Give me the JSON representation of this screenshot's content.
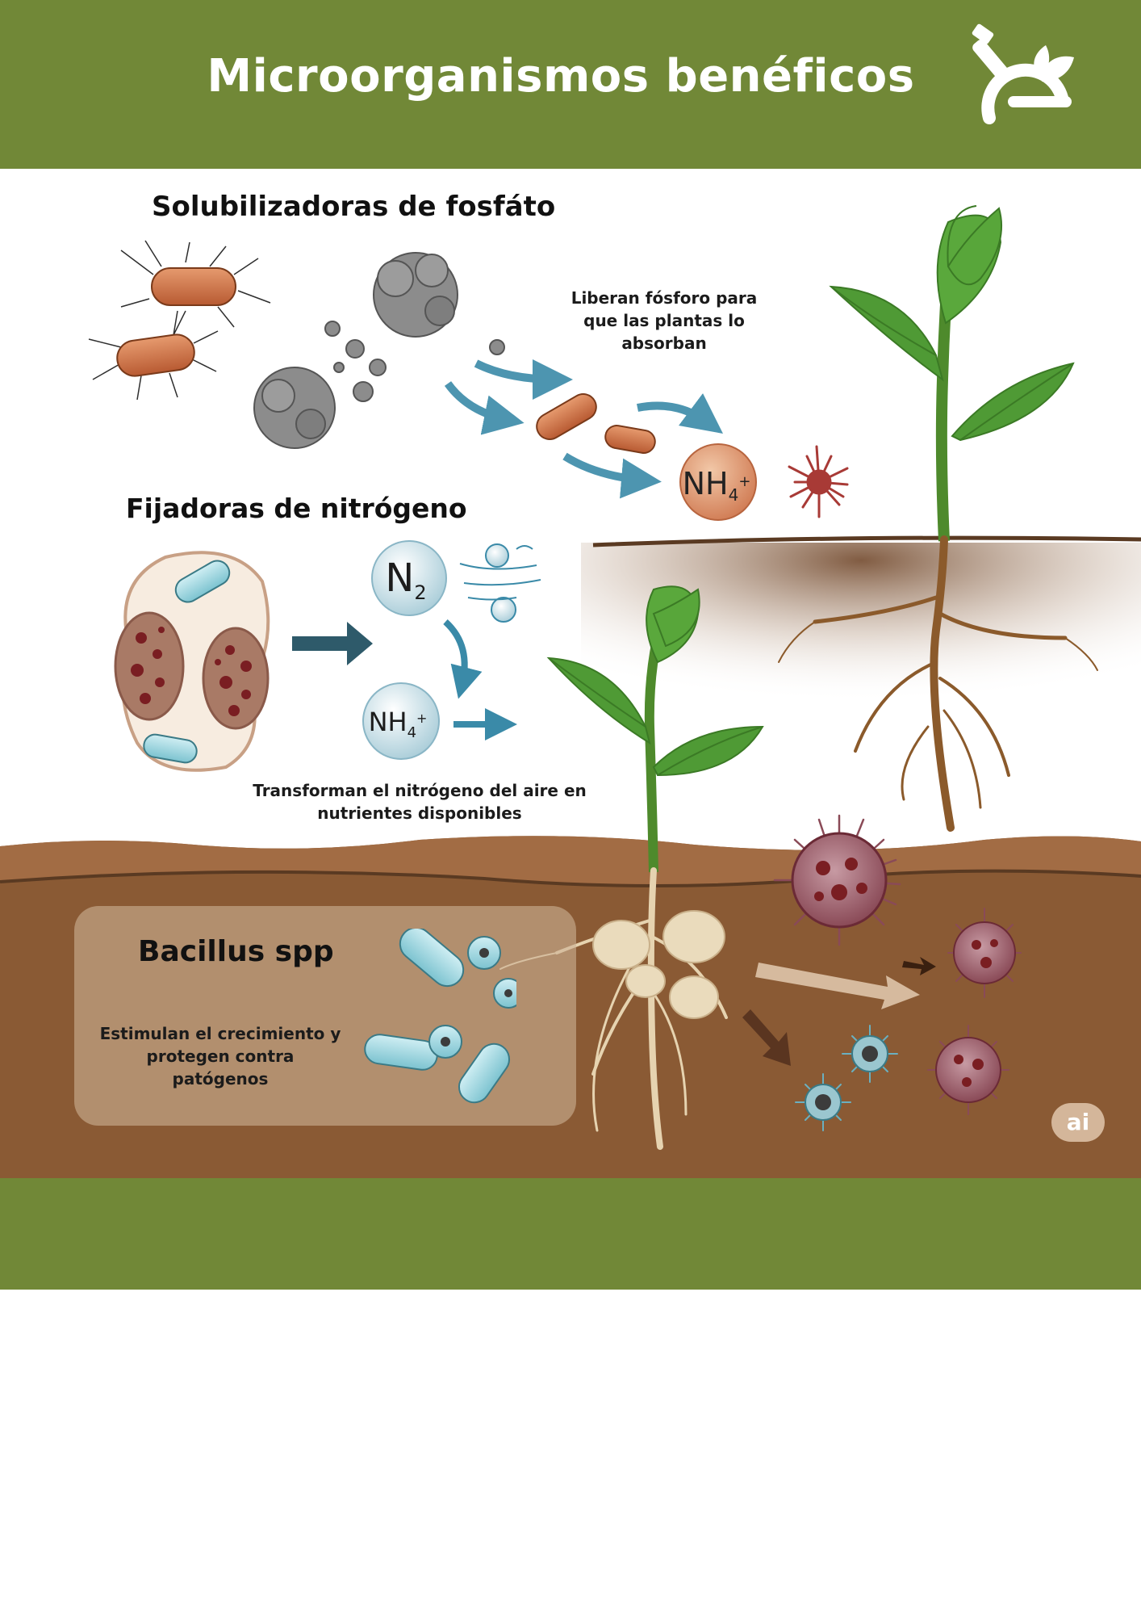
{
  "header": {
    "title": "Microorganismos benéficos",
    "logo_icon": "microscope-leaf-logo-icon",
    "background": "#718837"
  },
  "phosphate": {
    "title": "Solubilizadoras de fosfáto",
    "caption_lines": [
      "Liberan fósforo para",
      "que las plantas lo",
      "absorban"
    ],
    "product_label": "NH",
    "product_subscript": "4",
    "product_superscript": "+"
  },
  "nitrogen": {
    "title": "Fijadoras de nitrógeno",
    "n2_label": "N",
    "n2_subscript": "2",
    "nh4_label": "NH",
    "nh4_subscript": "4",
    "nh4_superscript": "+",
    "caption_lines": [
      "Transforman el nitrógeno del aire en",
      "nutrientes disponibles"
    ]
  },
  "bacillus": {
    "title": "Bacillus spp",
    "caption_lines": [
      "Estimulan el crecimiento y",
      "protegen contra",
      "patógenos"
    ]
  },
  "watermark": {
    "text": "ai"
  },
  "colors": {
    "brand_green": "#718837",
    "soil": "#8a5a34",
    "leaf": "#4f9a35",
    "arrow": "#3a8aa8"
  }
}
